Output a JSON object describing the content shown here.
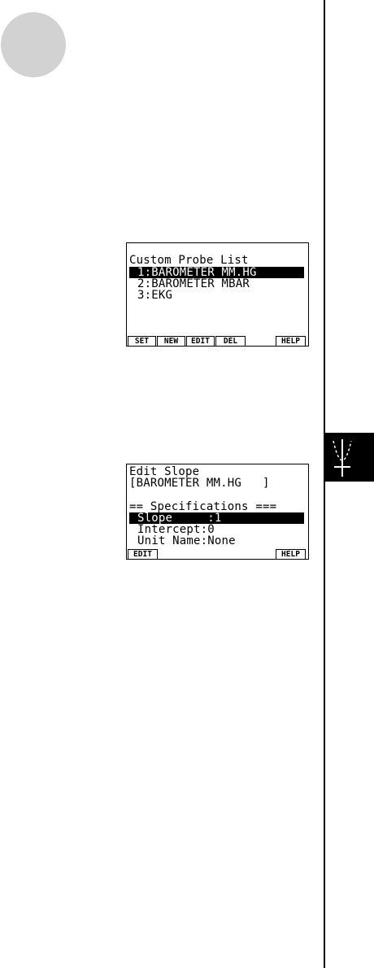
{
  "screen1": {
    "title": "Custom Probe List",
    "items": [
      {
        "text": "1:BAROMETER MM.HG",
        "selected": true
      },
      {
        "text": "2:BAROMETER MBAR",
        "selected": false
      },
      {
        "text": "3:EKG",
        "selected": false
      }
    ],
    "fkeys": [
      "SET",
      "NEW",
      "EDIT",
      "DEL",
      "HELP"
    ]
  },
  "screen2": {
    "title": "Edit Slope",
    "probe_name": "[BAROMETER MM.HG   ]",
    "section": "== Specifications ===",
    "fields": [
      {
        "text": "Slope     :1",
        "selected": true
      },
      {
        "text": "Intercept:0",
        "selected": false
      },
      {
        "text": "Unit Name:None",
        "selected": false
      }
    ],
    "fkeys": [
      "EDIT",
      "HELP"
    ]
  },
  "icons": {
    "side_tab": "graph-parabola-icon",
    "step_marker": "step-circle-icon"
  },
  "colors": {
    "ink": "#000000",
    "step_circle": "#d2d2d2"
  }
}
